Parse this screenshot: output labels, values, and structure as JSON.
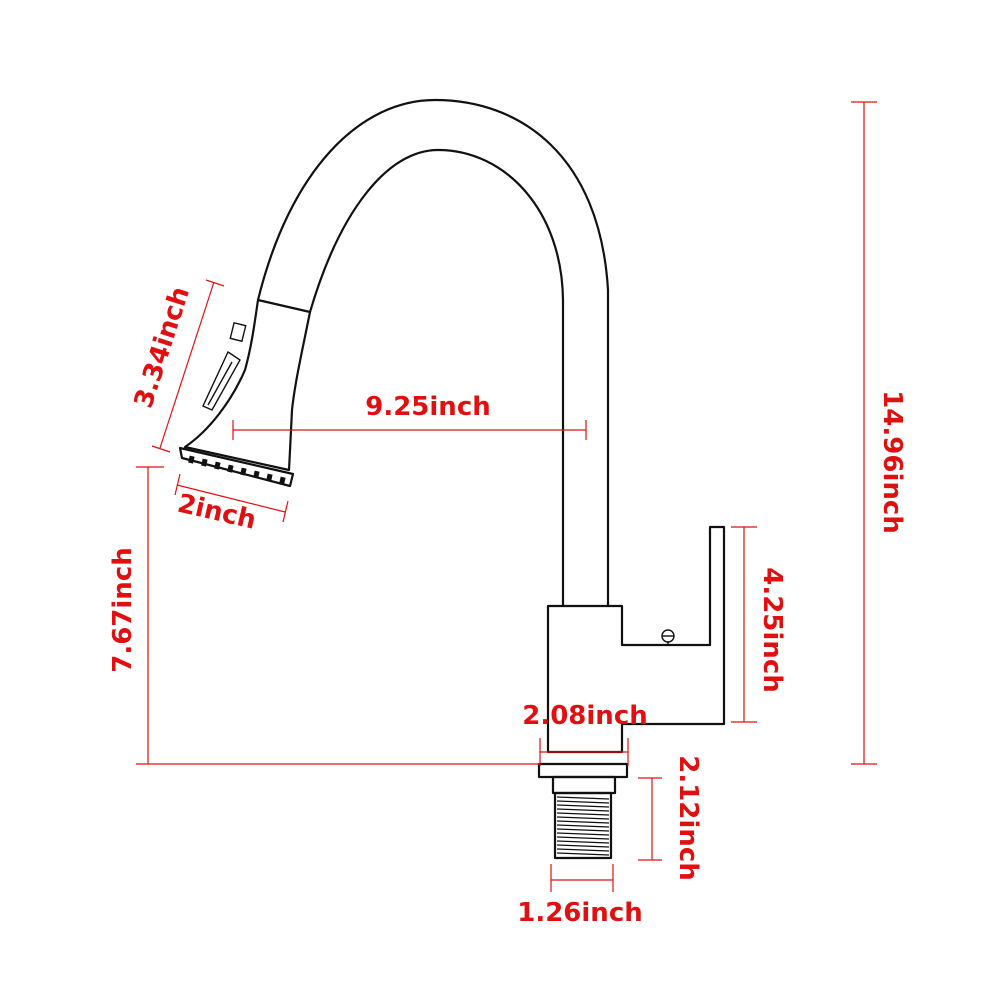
{
  "colors": {
    "outline": "#111111",
    "dimension": "#e01010",
    "background": "#ffffff"
  },
  "dimensions": {
    "spout_reach": "9.25inch",
    "overall_height": "14.96inch",
    "spray_head_length": "3.34inch",
    "spray_head_face": "2inch",
    "outlet_height": "7.67inch",
    "handle_height": "4.25inch",
    "base_width": "2.08inch",
    "shank_length": "2.12inch",
    "shank_diameter": "1.26inch"
  }
}
